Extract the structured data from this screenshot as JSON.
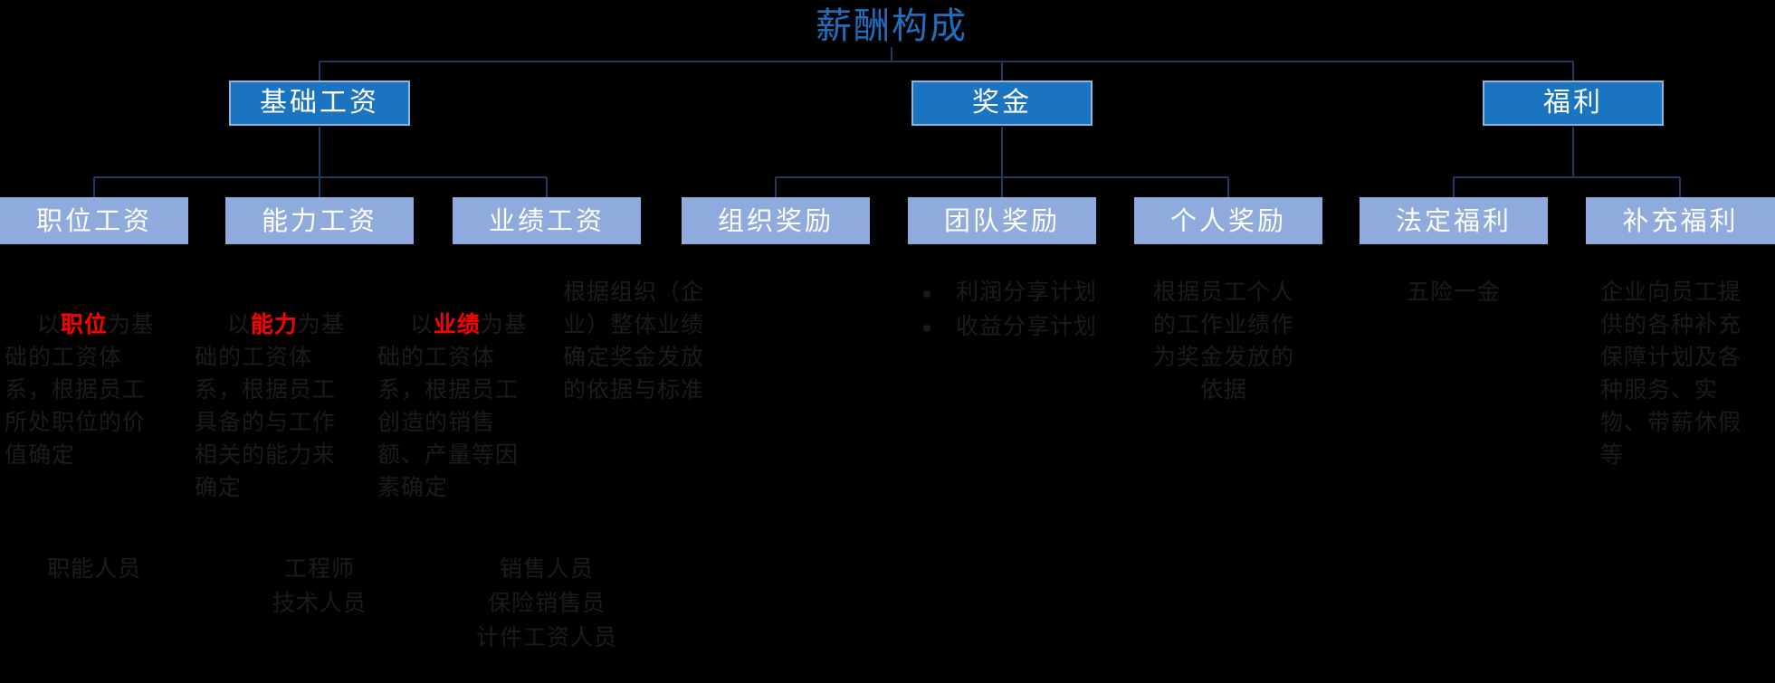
{
  "diagram": {
    "title": "薪酬构成",
    "colors": {
      "background": "#000000",
      "title_blue": "#1f6fc0",
      "level2_fill": "#1b74bf",
      "level2_border": "#8db3e2",
      "level3_fill": "#8faadc",
      "connector": "#1f3864",
      "body_text": "#1c1c1c",
      "highlight_red": "#ff0000"
    },
    "level2": [
      {
        "id": "base-salary",
        "label": "基础工资"
      },
      {
        "id": "bonus",
        "label": "奖金"
      },
      {
        "id": "welfare",
        "label": "福利"
      }
    ],
    "level3": [
      {
        "id": "position-wage",
        "label": "职位工资",
        "parent": "base-salary"
      },
      {
        "id": "ability-wage",
        "label": "能力工资",
        "parent": "base-salary"
      },
      {
        "id": "performance-wage",
        "label": "业绩工资",
        "parent": "base-salary"
      },
      {
        "id": "org-reward",
        "label": "组织奖励",
        "parent": "bonus"
      },
      {
        "id": "team-reward",
        "label": "团队奖励",
        "parent": "bonus"
      },
      {
        "id": "individual-reward",
        "label": "个人奖励",
        "parent": "bonus"
      },
      {
        "id": "statutory-welfare",
        "label": "法定福利",
        "parent": "welfare"
      },
      {
        "id": "supplementary-welfare",
        "label": "补充福利",
        "parent": "welfare"
      }
    ],
    "descriptions": {
      "position_wage": {
        "prefix": "以",
        "highlight": "职位",
        "suffix": "为基础的工资体系，根据员工所处职位的价值确定"
      },
      "ability_wage": {
        "prefix": "以",
        "highlight": "能力",
        "suffix": "为基础的工资体系，根据员工具备的与工作相关的能力来确定"
      },
      "performance_wage": {
        "prefix": "以",
        "highlight": "业绩",
        "suffix": "为基础的工资体系，根据员工创造的销售额、产量等因素确定"
      },
      "org_reward": "根据组织（企业）整体业绩确定奖金发放的依据与标准",
      "team_reward_bullets": [
        "利润分享计划",
        "收益分享计划"
      ],
      "individual_reward": "根据员工个人的工作业绩作为奖金发放的依据",
      "statutory_welfare": "五险一金",
      "supplementary_welfare": "企业向员工提供的各种补充保障计划及各种服务、实物、带薪休假等"
    },
    "roles": {
      "position_wage": "职能人员",
      "ability_wage": "工程师\n技术人员",
      "performance_wage": "销售人员\n保险销售员\n计件工资人员"
    }
  }
}
